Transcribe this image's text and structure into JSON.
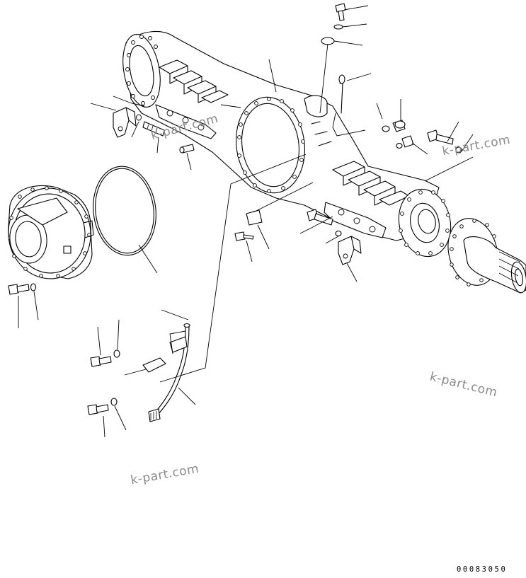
{
  "watermarks": [
    "k-part.com",
    "k-part.com",
    "k-part.com",
    "k-part.com"
  ],
  "drawing_number": "00083050",
  "colors": {
    "line": "#000000",
    "watermark": "#8a8a8a",
    "background": "#ffffff"
  }
}
